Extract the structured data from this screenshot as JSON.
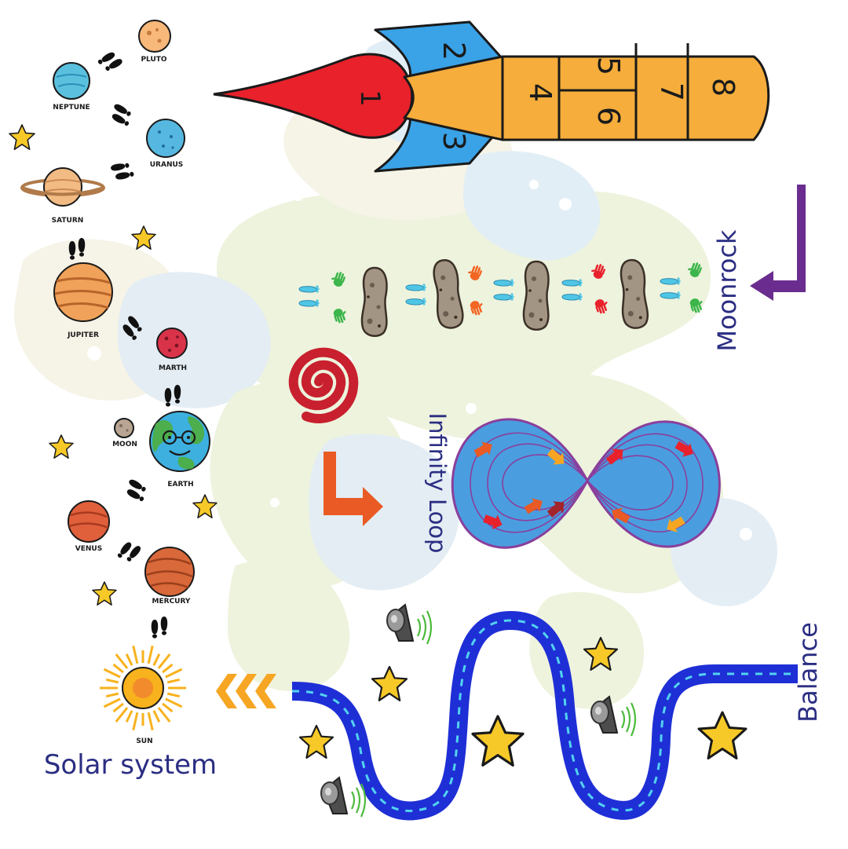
{
  "rocket": {
    "cells": [
      "1",
      "2",
      "3",
      "4",
      "5",
      "6",
      "7",
      "8"
    ],
    "colors": {
      "nose": "#e8212b",
      "fins": "#3aa2e6",
      "body": "#f6ad3c",
      "outline": "#1a1a1a"
    }
  },
  "planets": [
    {
      "id": "pluto",
      "label": "PLUTO",
      "color": "#f7b87a"
    },
    {
      "id": "neptune",
      "label": "NEPTUNE",
      "color": "#5bc0de"
    },
    {
      "id": "uranus",
      "label": "URANUS",
      "color": "#56b8e0"
    },
    {
      "id": "saturn",
      "label": "SATURN",
      "color": "#f2bb83"
    },
    {
      "id": "jupiter",
      "label": "JUPITER",
      "color": "#f0a25a"
    },
    {
      "id": "marth",
      "label": "MARTH",
      "color": "#d9334a"
    },
    {
      "id": "moon",
      "label": "MOON",
      "color": "#b8a593"
    },
    {
      "id": "earth",
      "label": "EARTH",
      "color": "#3db0e0"
    },
    {
      "id": "venus",
      "label": "VENUS",
      "color": "#e0603c"
    },
    {
      "id": "mercury",
      "label": "MERCURY",
      "color": "#d9683a"
    }
  ],
  "sun": {
    "label": "SUN",
    "color": "#f7b21d",
    "core": "#f28b2b"
  },
  "sections": {
    "solar_system": "Solar system",
    "moonrock": "Moonrock",
    "infinity_loop": "Infinity Loop",
    "balance": "Balance"
  },
  "colors": {
    "text": "#2b2e82",
    "moonrock_arrow": "#6a2d8f",
    "loop_arrow": "#e95a24",
    "chevrons": "#f6a623",
    "road": "#1f2fd6",
    "road_dash": "#52d3f0",
    "spiral": "#c8202e",
    "star": "#f7c928",
    "loop_fill": "#4a9ee0",
    "loop_line": "#8a3f9c"
  },
  "icons": [
    "footprints-icon",
    "star-icon",
    "handprint-icon",
    "rock-icon",
    "spiral-icon",
    "speaker-icon",
    "chevron-left-icon",
    "arrow-turn-icon"
  ]
}
